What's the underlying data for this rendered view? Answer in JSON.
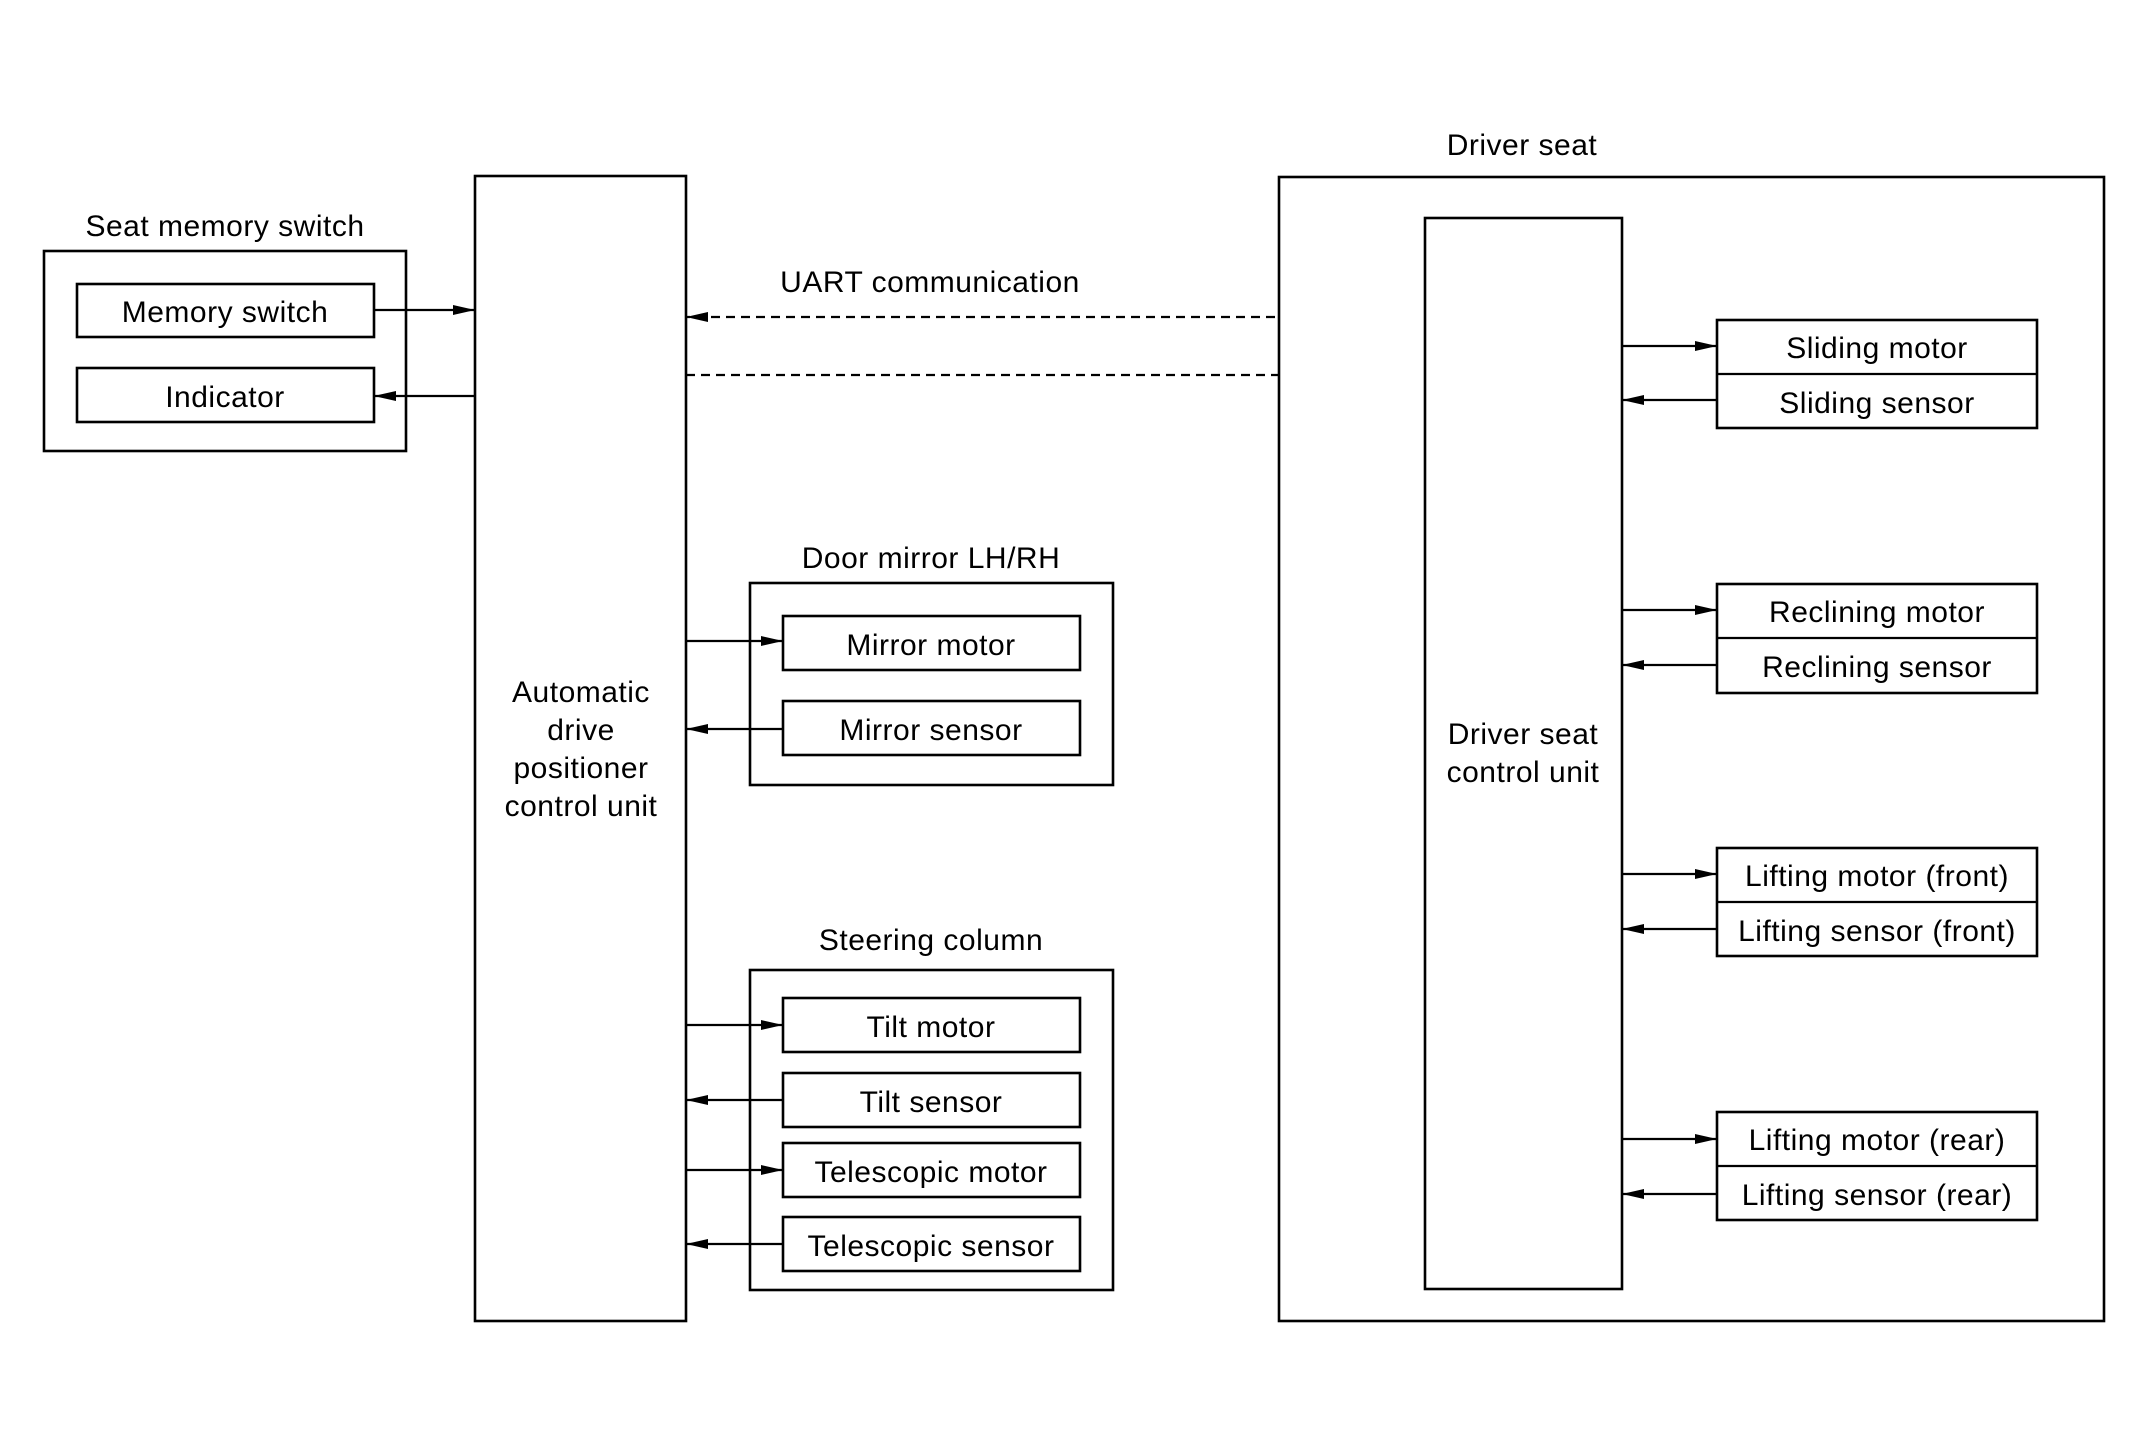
{
  "seat_memory_switch": {
    "title": "Seat memory switch",
    "memory_switch": "Memory switch",
    "indicator": "Indicator"
  },
  "adp_unit": {
    "line1": "Automatic",
    "line2": "drive",
    "line3": "positioner",
    "line4": "control unit"
  },
  "uart": {
    "label": "UART communication"
  },
  "door_mirror": {
    "title": "Door mirror LH/RH",
    "motor": "Mirror motor",
    "sensor": "Mirror sensor"
  },
  "steering_column": {
    "title": "Steering column",
    "tilt_motor": "Tilt motor",
    "tilt_sensor": "Tilt sensor",
    "telescopic_motor": "Telescopic motor",
    "telescopic_sensor": "Telescopic sensor"
  },
  "driver_seat": {
    "title": "Driver seat",
    "control_unit_line1": "Driver seat",
    "control_unit_line2": "control unit",
    "sliding_motor": "Sliding motor",
    "sliding_sensor": "Sliding sensor",
    "reclining_motor": "Reclining motor",
    "reclining_sensor": "Reclining sensor",
    "lifting_motor_front": "Lifting motor (front)",
    "lifting_sensor_front": "Lifting sensor (front)",
    "lifting_motor_rear": "Lifting motor (rear)",
    "lifting_sensor_rear": "Lifting sensor (rear)"
  }
}
